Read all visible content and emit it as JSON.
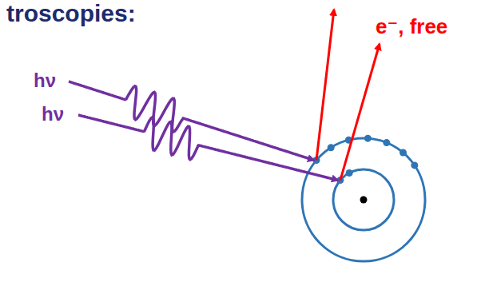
{
  "diagram": {
    "labels": [
      "troscopies:",
      "hν",
      "hν",
      "e⁻, free"
    ]
  }
}
